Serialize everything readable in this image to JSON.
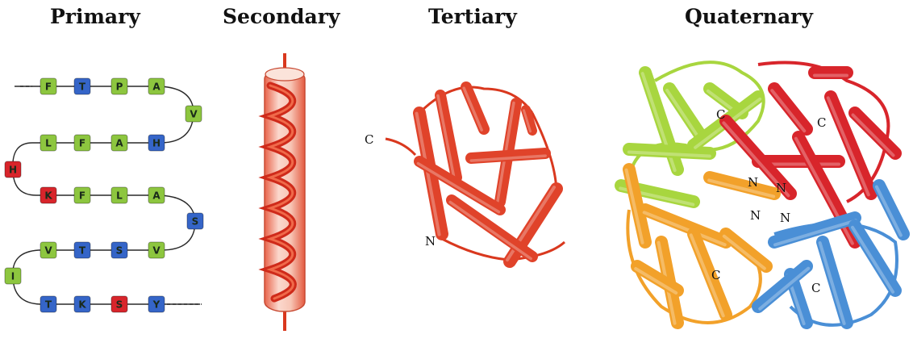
{
  "titles": {
    "primary": "Primary",
    "secondary": "Secondary",
    "tertiary": "Tertiary",
    "quaternary": "Quaternary"
  },
  "colors": {
    "green": "#8dc63f",
    "blue": "#3565c8",
    "red": "#d8252b",
    "helix_red": "#e0432a",
    "yellow_green": "#a8d63f",
    "orange": "#f2a12a",
    "sky_blue": "#4a8fd6"
  },
  "primary_chain": [
    [
      {
        "letter": "F",
        "color": "green"
      },
      {
        "letter": "T",
        "color": "blue"
      },
      {
        "letter": "P",
        "color": "green"
      },
      {
        "letter": "A",
        "color": "green"
      }
    ],
    [
      {
        "letter": "V",
        "color": "green"
      }
    ],
    [
      {
        "letter": "L",
        "color": "green"
      },
      {
        "letter": "F",
        "color": "green"
      },
      {
        "letter": "A",
        "color": "green"
      },
      {
        "letter": "H",
        "color": "blue"
      }
    ],
    [
      {
        "letter": "H",
        "color": "red"
      }
    ],
    [
      {
        "letter": "K",
        "color": "red"
      },
      {
        "letter": "F",
        "color": "green"
      },
      {
        "letter": "L",
        "color": "green"
      },
      {
        "letter": "A",
        "color": "green"
      }
    ],
    [
      {
        "letter": "S",
        "color": "blue"
      }
    ],
    [
      {
        "letter": "V",
        "color": "green"
      },
      {
        "letter": "T",
        "color": "blue"
      },
      {
        "letter": "S",
        "color": "blue"
      },
      {
        "letter": "V",
        "color": "green"
      }
    ],
    [
      {
        "letter": "I",
        "color": "green"
      }
    ],
    [
      {
        "letter": "T",
        "color": "blue"
      },
      {
        "letter": "K",
        "color": "blue"
      },
      {
        "letter": "S",
        "color": "red"
      },
      {
        "letter": "Y",
        "color": "blue"
      }
    ]
  ],
  "tertiary_labels": {
    "c": "C",
    "n": "N"
  },
  "quaternary_labels": {
    "c_top_left": "C",
    "c_top_right": "C",
    "n_center_1": "N",
    "n_center_2": "N",
    "n_center_3": "N",
    "n_center_4": "N",
    "c_bottom_left": "C",
    "c_bottom_right": "C"
  }
}
